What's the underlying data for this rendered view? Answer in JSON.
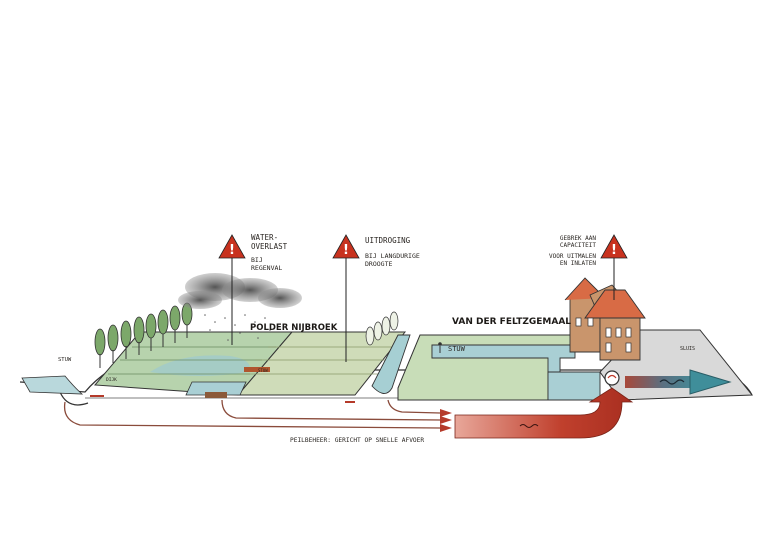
{
  "warnings": [
    {
      "lines": [
        "WATER-",
        "OVERLAST"
      ],
      "sub": [
        "BIJ",
        "REGENVAL"
      ]
    },
    {
      "lines": [
        "UITDROGING"
      ],
      "sub": [
        "BIJ LANGDURIGE",
        "DROOGTE"
      ]
    },
    {
      "lines": [
        "GEBREK AAN",
        "CAPACITEIT"
      ],
      "sub": [
        "VOOR UITMALEN",
        "EN INLATEN"
      ]
    }
  ],
  "labels": {
    "polder": "POLDER NIJBROEK",
    "gemaal": "VAN DER FELTZGEMAAL",
    "stuw_left": "STUW",
    "stuw_mid": "STUW",
    "dijk": "DIJK",
    "stuw_small": "STUW",
    "sluis": "SLUIS",
    "peilbeheer": "PEILBEHEER: GERICHT OP SNELLE AFVOER"
  },
  "colors": {
    "warning_red": "#c8321f",
    "field_green": "#a9c9a0",
    "water_blue": "#9fc6cf",
    "flow_red": "#b53a2a",
    "flow_teal": "#3f8e9a",
    "roof": "#d86b45",
    "brick": "#c9956c"
  },
  "icons": [
    "warning-icon",
    "cloud-icon",
    "tree-icon",
    "pump-icon",
    "wave-icon"
  ]
}
